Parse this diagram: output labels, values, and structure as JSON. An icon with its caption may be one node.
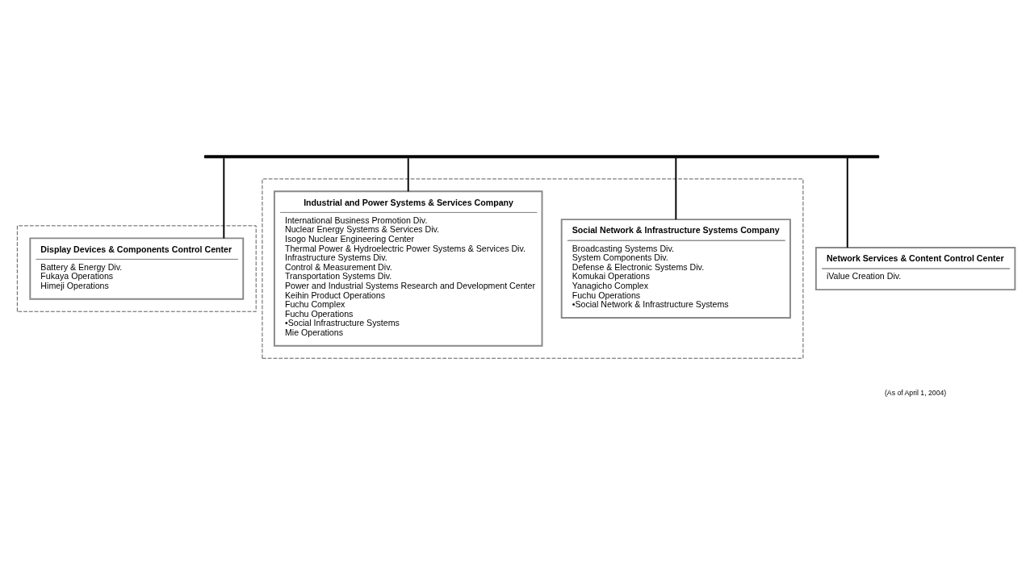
{
  "diagram": {
    "nodes": [
      {
        "text": [],
        "shape": "bar"
      },
      {
        "text": [],
        "shape": "box"
      },
      {
        "text": [
          "Display Devices & Components Control Center",
          "Battery & Energy Div.",
          "Fukaya Operations",
          "Himeji Operations"
        ],
        "in": 1
      },
      {
        "text": [],
        "shape": "box"
      },
      {
        "text": [
          "Industrial and Power Systems & Services Company",
          "International Business Promotion Div.",
          "Nuclear Energy Systems & Services Div.",
          "Isogo Nuclear Engineering Center",
          "Thermal Power & Hydroelectric Power Systems & Services Div.",
          "Infrastructure Systems Div.",
          "Control & Measurement Div.",
          "Transportation Systems Div.",
          "Power and Industrial Systems Research and Development Center",
          "Keihin Product Operations",
          "Fuchu Complex",
          "Fuchu Operations",
          "•Social Infrastructure Systems",
          "Mie Operations"
        ],
        "in": 3
      },
      {
        "text": [
          "Social Network & Infrastructure Systems Company",
          "Broadcasting Systems Div.",
          "System Components Div.",
          "Defense & Electronic Systems Div.",
          "Komukai Operations",
          "Yanagicho Complex",
          "Fuchu Operations",
          "•Social Network & Infrastructure Systems"
        ],
        "in": 3
      },
      {
        "text": [
          "Network Services & Content Control Center",
          "iValue Creation Div."
        ]
      }
    ],
    "edges": [
      {
        "from": 0,
        "to": 2,
        "arrow": "none"
      },
      {
        "from": 0,
        "to": 4,
        "arrow": "none"
      },
      {
        "from": 0,
        "to": 5,
        "arrow": "none"
      },
      {
        "from": 0,
        "to": 6,
        "arrow": "none"
      }
    ],
    "labels": [
      "(As of April 1, 2004)"
    ]
  }
}
